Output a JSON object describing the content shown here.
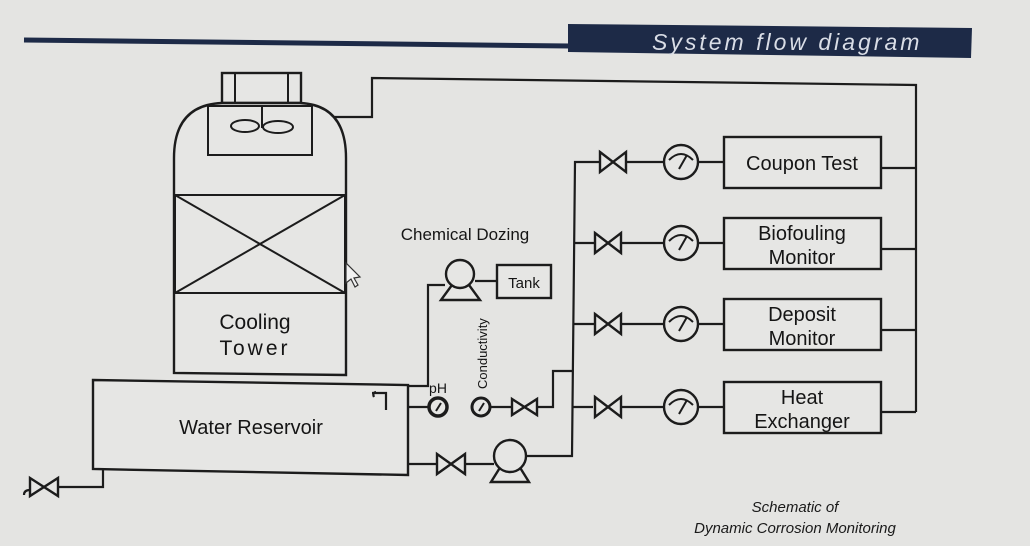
{
  "header": {
    "title": "System flow diagram",
    "bar_color": "#1d2a47"
  },
  "equipment": {
    "cooling_tower": {
      "line1": "Cooling",
      "line2": "Tower"
    },
    "water_reservoir": "Water Reservoir",
    "chemical_dozing": "Chemical Dozing",
    "tank": "Tank"
  },
  "sensors": {
    "ph": "pH",
    "conductivity": "Conductivity"
  },
  "monitors": [
    {
      "line1": "Coupon Test",
      "line2": ""
    },
    {
      "line1": "Biofouling",
      "line2": "Monitor"
    },
    {
      "line1": "Deposit",
      "line2": "Monitor"
    },
    {
      "line1": "Heat",
      "line2": "Exchanger"
    }
  ],
  "caption": {
    "line1": "Schematic of",
    "line2": "Dynamic Corrosion Monitoring"
  }
}
